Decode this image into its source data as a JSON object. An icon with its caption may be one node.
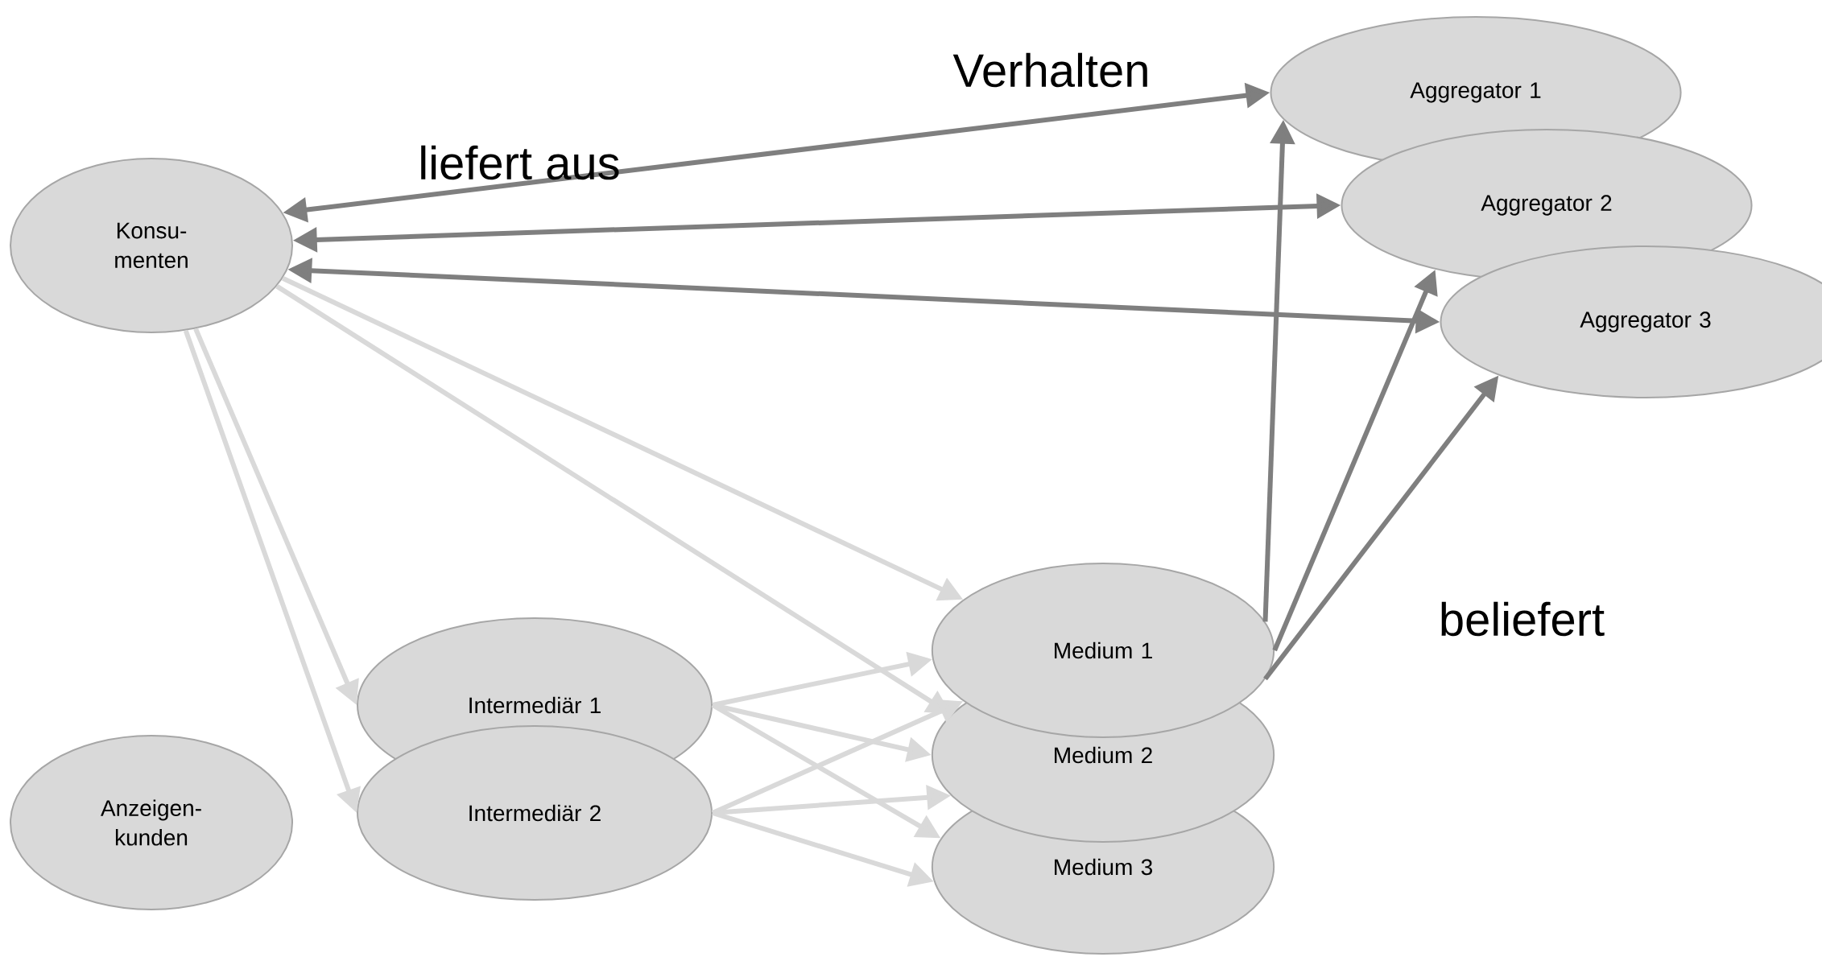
{
  "diagram": {
    "nodes": [
      {
        "text": [
          "Konsu- menten"
        ]
      },
      {
        "text": [
          "Anzeigen- kunden"
        ]
      },
      {
        "text": [
          "Intermediär 1"
        ]
      },
      {
        "text": [
          "Intermediär 2"
        ]
      },
      {
        "text": [
          "Medium 1"
        ]
      },
      {
        "text": [
          "Medium 2"
        ]
      },
      {
        "text": [
          "Medium 3"
        ]
      },
      {
        "text": [
          "Aggregator 1"
        ]
      },
      {
        "text": [
          "Aggregator 2"
        ]
      },
      {
        "text": [
          "Aggregator 3"
        ]
      }
    ],
    "edges": [
      {
        "from": 0,
        "to": 7,
        "arrow": "both",
        "color": "#7f7f7f"
      },
      {
        "from": 0,
        "to": 8,
        "arrow": "both",
        "color": "#7f7f7f"
      },
      {
        "from": 0,
        "to": 9,
        "arrow": "both",
        "color": "#7f7f7f"
      },
      {
        "from": 0,
        "to": 4,
        "arrow": "to"
      },
      {
        "from": 0,
        "to": 5,
        "arrow": "to"
      },
      {
        "from": 0,
        "to": 2,
        "arrow": "to"
      },
      {
        "from": 0,
        "to": 3,
        "arrow": "to"
      },
      {
        "from": 2,
        "to": 4,
        "arrow": "to"
      },
      {
        "from": 2,
        "to": 5,
        "arrow": "to"
      },
      {
        "from": 2,
        "to": 6,
        "arrow": "to"
      },
      {
        "from": 3,
        "to": 4,
        "arrow": "to"
      },
      {
        "from": 3,
        "to": 5,
        "arrow": "to"
      },
      {
        "from": 3,
        "to": 6,
        "arrow": "to"
      },
      {
        "from": 4,
        "to": 7,
        "arrow": "to",
        "color": "#7f7f7f"
      },
      {
        "from": 4,
        "to": 8,
        "arrow": "to",
        "color": "#7f7f7f"
      },
      {
        "from": 4,
        "to": 9,
        "arrow": "to",
        "color": "#7f7f7f"
      }
    ],
    "labels": [
      "Verhalten",
      "liefert aus",
      "beliefert"
    ]
  }
}
